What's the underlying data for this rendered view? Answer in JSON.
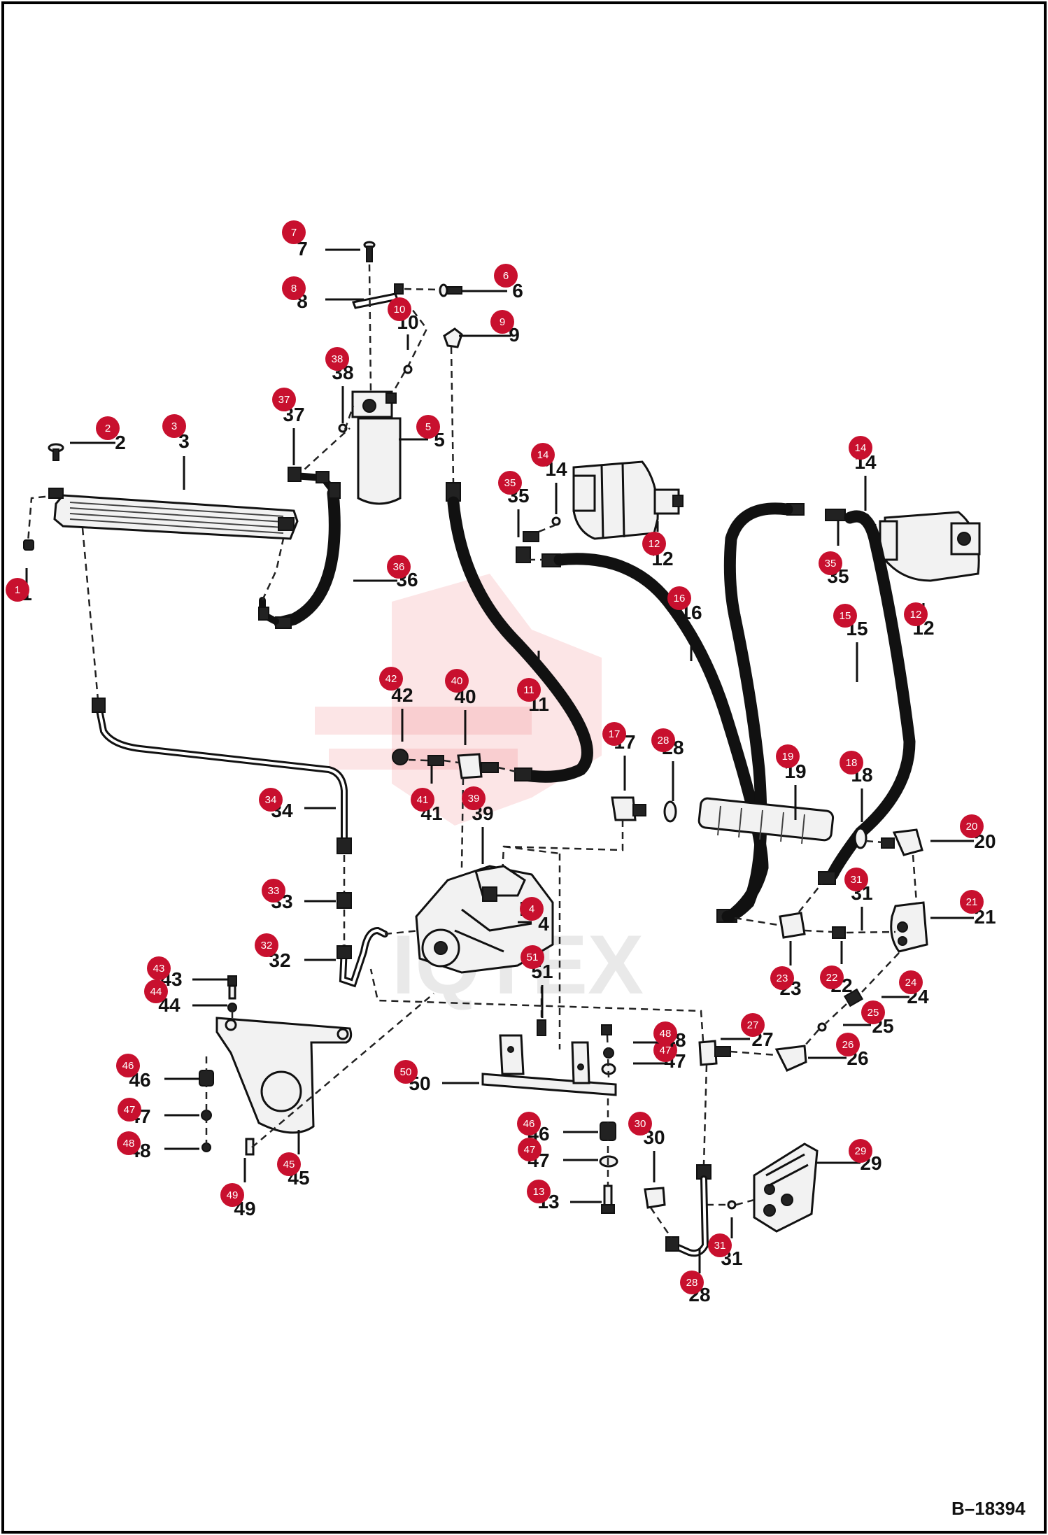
{
  "diagram_code": "B–18394",
  "watermark": "IQTEX",
  "callouts": [
    {
      "n": "1",
      "badge": [
        25,
        843
      ],
      "label": [
        38,
        858
      ],
      "leader": [
        [
          38,
          840
        ],
        [
          38,
          812
        ]
      ]
    },
    {
      "n": "2",
      "badge": [
        154,
        612
      ],
      "label": [
        172,
        642
      ],
      "leader": [
        [
          100,
          633
        ],
        [
          165,
          633
        ]
      ]
    },
    {
      "n": "3",
      "badge": [
        249,
        609
      ],
      "label": [
        263,
        640
      ],
      "leader": [
        [
          263,
          652
        ],
        [
          263,
          700
        ]
      ]
    },
    {
      "n": "4",
      "badge": [
        760,
        1299
      ],
      "label": [
        777,
        1330
      ],
      "leader": [
        [
          740,
          1318
        ],
        [
          760,
          1318
        ]
      ]
    },
    {
      "n": "5",
      "badge": [
        612,
        610
      ],
      "label": [
        628,
        638
      ],
      "leader": [
        [
          570,
          628
        ],
        [
          612,
          628
        ]
      ]
    },
    {
      "n": "6",
      "badge": [
        723,
        394
      ],
      "label": [
        740,
        425
      ],
      "leader": [
        [
          660,
          416
        ],
        [
          725,
          416
        ]
      ]
    },
    {
      "n": "7",
      "badge": [
        420,
        332
      ],
      "label": [
        432,
        365
      ],
      "leader": [
        [
          465,
          357
        ],
        [
          515,
          357
        ]
      ]
    },
    {
      "n": "8",
      "badge": [
        420,
        412
      ],
      "label": [
        432,
        440
      ],
      "leader": [
        [
          465,
          428
        ],
        [
          520,
          428
        ]
      ]
    },
    {
      "n": "9",
      "badge": [
        718,
        460
      ],
      "label": [
        735,
        488
      ],
      "leader": [
        [
          656,
          480
        ],
        [
          730,
          480
        ]
      ]
    },
    {
      "n": "10",
      "badge": [
        571,
        442
      ],
      "label": [
        583,
        470
      ],
      "leader": [
        [
          583,
          478
        ],
        [
          583,
          500
        ]
      ]
    },
    {
      "n": "11",
      "badge": [
        756,
        986
      ],
      "label": [
        770,
        1016
      ],
      "leader": [
        [
          770,
          960
        ],
        [
          770,
          930
        ]
      ]
    },
    {
      "n": "12",
      "badge": [
        935,
        777
      ],
      "label": [
        947,
        808
      ],
      "leader": [
        [
          940,
          760
        ],
        [
          940,
          745
        ]
      ]
    },
    {
      "n": "12",
      "badge": [
        1309,
        878
      ],
      "label": [
        1320,
        907
      ],
      "leader": [
        [
          1320,
          880
        ],
        [
          1320,
          862
        ]
      ]
    },
    {
      "n": "13",
      "badge": [
        770,
        1703
      ],
      "label": [
        784,
        1727
      ],
      "leader": [
        [
          815,
          1718
        ],
        [
          860,
          1718
        ]
      ]
    },
    {
      "n": "14",
      "badge": [
        776,
        650
      ],
      "label": [
        795,
        680
      ],
      "leader": [
        [
          795,
          690
        ],
        [
          795,
          735
        ]
      ]
    },
    {
      "n": "14",
      "badge": [
        1230,
        640
      ],
      "label": [
        1237,
        670
      ],
      "leader": [
        [
          1237,
          680
        ],
        [
          1237,
          730
        ]
      ]
    },
    {
      "n": "15",
      "badge": [
        1208,
        880
      ],
      "label": [
        1225,
        908
      ],
      "leader": [
        [
          1225,
          918
        ],
        [
          1225,
          975
        ]
      ]
    },
    {
      "n": "16",
      "badge": [
        971,
        855
      ],
      "label": [
        988,
        885
      ],
      "leader": [
        [
          988,
          895
        ],
        [
          988,
          945
        ]
      ]
    },
    {
      "n": "17",
      "badge": [
        878,
        1049
      ],
      "label": [
        893,
        1070
      ],
      "leader": [
        [
          893,
          1080
        ],
        [
          893,
          1130
        ]
      ]
    },
    {
      "n": "18",
      "badge": [
        1217,
        1090
      ],
      "label": [
        1232,
        1117
      ],
      "leader": [
        [
          1232,
          1127
        ],
        [
          1232,
          1175
        ]
      ]
    },
    {
      "n": "19",
      "badge": [
        1126,
        1081
      ],
      "label": [
        1137,
        1112
      ],
      "leader": [
        [
          1137,
          1122
        ],
        [
          1137,
          1172
        ]
      ]
    },
    {
      "n": "20",
      "badge": [
        1389,
        1181
      ],
      "label": [
        1408,
        1212
      ],
      "leader": [
        [
          1330,
          1202
        ],
        [
          1392,
          1202
        ]
      ]
    },
    {
      "n": "21",
      "badge": [
        1389,
        1289
      ],
      "label": [
        1408,
        1320
      ],
      "leader": [
        [
          1330,
          1312
        ],
        [
          1392,
          1312
        ]
      ]
    },
    {
      "n": "22",
      "badge": [
        1189,
        1397
      ],
      "label": [
        1203,
        1418
      ],
      "leader": [
        [
          1203,
          1345
        ],
        [
          1203,
          1378
        ]
      ]
    },
    {
      "n": "23",
      "badge": [
        1118,
        1398
      ],
      "label": [
        1130,
        1422
      ],
      "leader": [
        [
          1130,
          1345
        ],
        [
          1130,
          1380
        ]
      ]
    },
    {
      "n": "24",
      "badge": [
        1302,
        1404
      ],
      "label": [
        1312,
        1434
      ],
      "leader": [
        [
          1260,
          1425
        ],
        [
          1300,
          1425
        ]
      ]
    },
    {
      "n": "25",
      "badge": [
        1248,
        1447
      ],
      "label": [
        1262,
        1476
      ],
      "leader": [
        [
          1205,
          1465
        ],
        [
          1245,
          1465
        ]
      ]
    },
    {
      "n": "26",
      "badge": [
        1212,
        1493
      ],
      "label": [
        1226,
        1522
      ],
      "leader": [
        [
          1155,
          1512
        ],
        [
          1210,
          1512
        ]
      ]
    },
    {
      "n": "27",
      "badge": [
        1076,
        1465
      ],
      "label": [
        1090,
        1495
      ],
      "leader": [
        [
          1030,
          1485
        ],
        [
          1072,
          1485
        ]
      ]
    },
    {
      "n": "28",
      "badge": [
        948,
        1058
      ],
      "label": [
        962,
        1078
      ],
      "leader": [
        [
          962,
          1088
        ],
        [
          962,
          1145
        ]
      ]
    },
    {
      "n": "28",
      "badge": [
        989,
        1833
      ],
      "label": [
        1000,
        1860
      ],
      "leader": [
        [
          1000,
          1820
        ],
        [
          1000,
          1785
        ]
      ]
    },
    {
      "n": "29",
      "badge": [
        1230,
        1645
      ],
      "label": [
        1245,
        1672
      ],
      "leader": [
        [
          1165,
          1662
        ],
        [
          1230,
          1662
        ]
      ]
    },
    {
      "n": "30",
      "badge": [
        915,
        1606
      ],
      "label": [
        935,
        1635
      ],
      "leader": [
        [
          935,
          1645
        ],
        [
          935,
          1690
        ]
      ]
    },
    {
      "n": "31",
      "badge": [
        1224,
        1257
      ],
      "label": [
        1232,
        1286
      ],
      "leader": [
        [
          1232,
          1296
        ],
        [
          1232,
          1330
        ]
      ]
    },
    {
      "n": "31",
      "badge": [
        1029,
        1780
      ],
      "label": [
        1046,
        1808
      ],
      "leader": [
        [
          1046,
          1770
        ],
        [
          1046,
          1740
        ]
      ]
    },
    {
      "n": "32",
      "badge": [
        381,
        1351
      ],
      "label": [
        400,
        1382
      ],
      "leader": [
        [
          435,
          1372
        ],
        [
          480,
          1372
        ]
      ]
    },
    {
      "n": "33",
      "badge": [
        391,
        1273
      ],
      "label": [
        403,
        1298
      ],
      "leader": [
        [
          435,
          1288
        ],
        [
          480,
          1288
        ]
      ]
    },
    {
      "n": "34",
      "badge": [
        387,
        1143
      ],
      "label": [
        403,
        1168
      ],
      "leader": [
        [
          435,
          1155
        ],
        [
          480,
          1155
        ]
      ]
    },
    {
      "n": "35",
      "badge": [
        729,
        690
      ],
      "label": [
        741,
        718
      ],
      "leader": [
        [
          741,
          728
        ],
        [
          741,
          768
        ]
      ]
    },
    {
      "n": "35",
      "badge": [
        1187,
        805
      ],
      "label": [
        1198,
        833
      ],
      "leader": [
        [
          1198,
          780
        ],
        [
          1198,
          745
        ]
      ]
    },
    {
      "n": "36",
      "badge": [
        570,
        810
      ],
      "label": [
        582,
        838
      ],
      "leader": [
        [
          505,
          830
        ],
        [
          568,
          830
        ]
      ]
    },
    {
      "n": "37",
      "badge": [
        406,
        571
      ],
      "label": [
        420,
        602
      ],
      "leader": [
        [
          420,
          612
        ],
        [
          420,
          665
        ]
      ]
    },
    {
      "n": "38",
      "badge": [
        482,
        513
      ],
      "label": [
        490,
        542
      ],
      "leader": [
        [
          490,
          552
        ],
        [
          490,
          605
        ]
      ]
    },
    {
      "n": "39",
      "badge": [
        677,
        1141
      ],
      "label": [
        690,
        1172
      ],
      "leader": [
        [
          690,
          1182
        ],
        [
          690,
          1235
        ]
      ]
    },
    {
      "n": "40",
      "badge": [
        653,
        973
      ],
      "label": [
        665,
        1005
      ],
      "leader": [
        [
          665,
          1015
        ],
        [
          665,
          1065
        ]
      ]
    },
    {
      "n": "41",
      "badge": [
        604,
        1143
      ],
      "label": [
        617,
        1172
      ],
      "leader": [
        [
          617,
          1120
        ],
        [
          617,
          1095
        ]
      ]
    },
    {
      "n": "42",
      "badge": [
        559,
        970
      ],
      "label": [
        575,
        1003
      ],
      "leader": [
        [
          575,
          1013
        ],
        [
          575,
          1060
        ]
      ]
    },
    {
      "n": "43",
      "badge": [
        227,
        1384
      ],
      "label": [
        245,
        1409
      ],
      "leader": [
        [
          275,
          1400
        ],
        [
          325,
          1400
        ]
      ]
    },
    {
      "n": "44",
      "badge": [
        223,
        1417
      ],
      "label": [
        242,
        1446
      ],
      "leader": [
        [
          275,
          1437
        ],
        [
          325,
          1437
        ]
      ]
    },
    {
      "n": "45",
      "badge": [
        413,
        1664
      ],
      "label": [
        427,
        1693
      ],
      "leader": [
        [
          427,
          1650
        ],
        [
          427,
          1615
        ]
      ]
    },
    {
      "n": "46",
      "badge": [
        183,
        1523
      ],
      "label": [
        200,
        1553
      ],
      "leader": [
        [
          235,
          1542
        ],
        [
          285,
          1542
        ]
      ]
    },
    {
      "n": "46",
      "badge": [
        756,
        1606
      ],
      "label": [
        770,
        1630
      ],
      "leader": [
        [
          805,
          1618
        ],
        [
          855,
          1618
        ]
      ]
    },
    {
      "n": "47",
      "badge": [
        185,
        1586
      ],
      "label": [
        200,
        1605
      ],
      "leader": [
        [
          235,
          1594
        ],
        [
          285,
          1594
        ]
      ]
    },
    {
      "n": "47",
      "badge": [
        951,
        1501
      ],
      "label": [
        965,
        1526
      ],
      "leader": [
        [
          905,
          1520
        ],
        [
          955,
          1520
        ]
      ]
    },
    {
      "n": "47",
      "badge": [
        757,
        1643
      ],
      "label": [
        770,
        1668
      ],
      "leader": [
        [
          805,
          1658
        ],
        [
          855,
          1658
        ]
      ]
    },
    {
      "n": "48",
      "badge": [
        184,
        1634
      ],
      "label": [
        200,
        1654
      ],
      "leader": [
        [
          235,
          1642
        ],
        [
          285,
          1642
        ]
      ]
    },
    {
      "n": "48",
      "badge": [
        951,
        1477
      ],
      "label": [
        965,
        1496
      ],
      "leader": [
        [
          905,
          1490
        ],
        [
          955,
          1490
        ]
      ]
    },
    {
      "n": "49",
      "badge": [
        332,
        1708
      ],
      "label": [
        350,
        1737
      ],
      "leader": [
        [
          350,
          1690
        ],
        [
          350,
          1655
        ]
      ]
    },
    {
      "n": "50",
      "badge": [
        580,
        1532
      ],
      "label": [
        600,
        1558
      ],
      "leader": [
        [
          632,
          1548
        ],
        [
          685,
          1548
        ]
      ]
    },
    {
      "n": "51",
      "badge": [
        761,
        1368
      ],
      "label": [
        775,
        1398
      ],
      "leader": [
        [
          775,
          1408
        ],
        [
          775,
          1455
        ]
      ]
    }
  ]
}
